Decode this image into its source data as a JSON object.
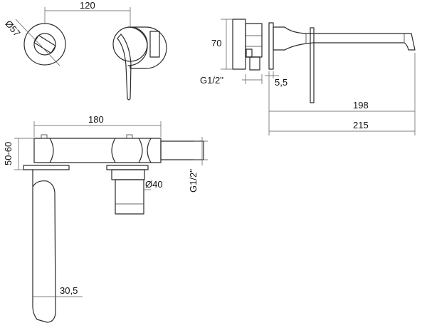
{
  "labels": {
    "top_width": "120",
    "diameter_57": "Ø57",
    "height_70": "70",
    "thread_top": "G1/2''",
    "offset_5_5": "5,5",
    "length_198": "198",
    "length_215": "215",
    "width_180": "180",
    "depth_50_60": "50-60",
    "diameter_40": "Ø40",
    "thread_side": "G1/2''",
    "spout_30_5": "30,5"
  }
}
